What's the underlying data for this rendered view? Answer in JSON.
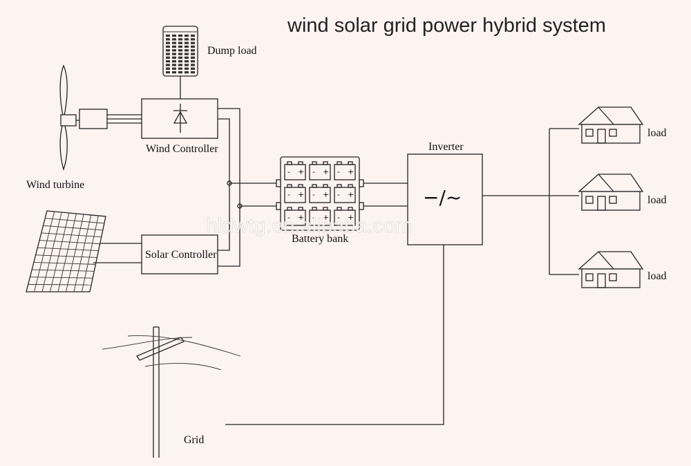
{
  "title": "wind solar grid power hybrid system",
  "labels": {
    "dump_load": "Dump load",
    "wind_controller": "Wind Controller",
    "wind_turbine": "Wind turbine",
    "solar_controller": "Solar Controller",
    "battery_bank": "Battery bank",
    "inverter": "Inverter",
    "inverter_symbol": "−/~",
    "load_1": "load",
    "load_2": "load",
    "load_3": "load",
    "grid": "Grid"
  },
  "battery": {
    "terminal_neg": "-",
    "terminal_pos": "+"
  },
  "watermark": "hldwtg.en.alibaba.com",
  "colors": {
    "background": "#fdf3f1",
    "line": "#222222"
  }
}
